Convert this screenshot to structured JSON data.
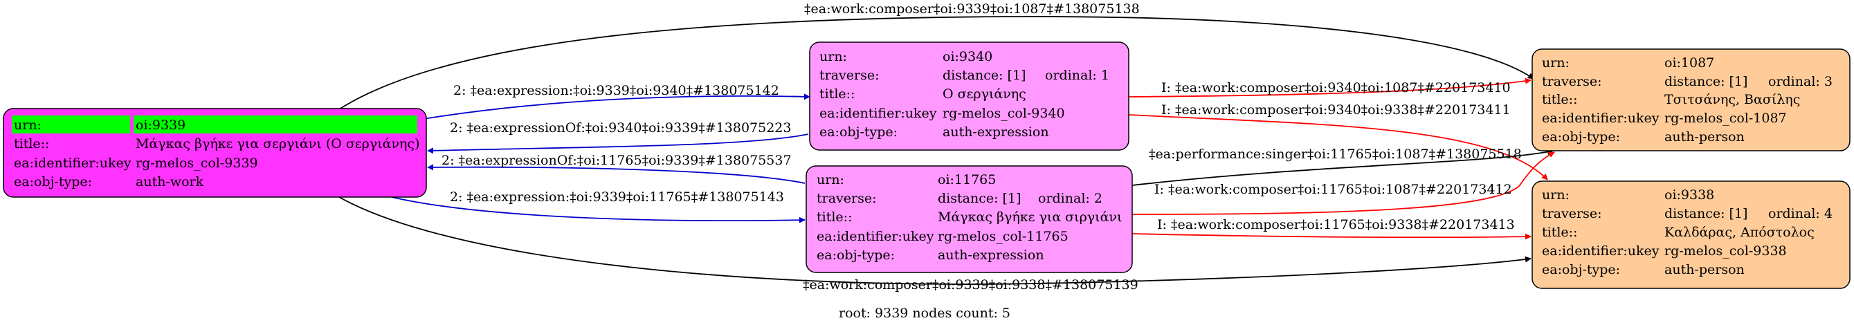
{
  "caption": "root: 9339 nodes count: 5",
  "colors": {
    "root_node": "#ff33ff",
    "expression_node": "#ff99ff",
    "person_node": "#ffcc99",
    "root_header": "#00ff00",
    "edge_blue": "#0000cc",
    "edge_red": "#ff0000",
    "edge_black": "#000000"
  },
  "nodes": {
    "n9339": {
      "rows": [
        [
          "urn:",
          "oi:9339"
        ],
        [
          "title::",
          "Μάγκας βγήκε για σεργιάνι (Ο σεργιάνης)"
        ],
        [
          "ea:identifier:ukey",
          "rg-melos_col-9339"
        ],
        [
          "ea:obj-type:",
          "auth-work"
        ]
      ]
    },
    "n9340": {
      "rows": [
        [
          "urn:",
          "oi:9340"
        ],
        [
          "traverse:",
          "distance: [1]",
          "ordinal: 1"
        ],
        [
          "title::",
          "Ο σεργιάνης"
        ],
        [
          "ea:identifier:ukey",
          "rg-melos_col-9340"
        ],
        [
          "ea:obj-type:",
          "auth-expression"
        ]
      ]
    },
    "n11765": {
      "rows": [
        [
          "urn:",
          "oi:11765"
        ],
        [
          "traverse:",
          "distance: [1]",
          "ordinal: 2"
        ],
        [
          "title::",
          "Μάγκας βγήκε για σιργιάνι"
        ],
        [
          "ea:identifier:ukey",
          "rg-melos_col-11765"
        ],
        [
          "ea:obj-type:",
          "auth-expression"
        ]
      ]
    },
    "n1087": {
      "rows": [
        [
          "urn:",
          "oi:1087"
        ],
        [
          "traverse:",
          "distance: [1]",
          "ordinal: 3"
        ],
        [
          "title::",
          "Τσιτσάνης, Βασίλης"
        ],
        [
          "ea:identifier:ukey",
          "rg-melos_col-1087"
        ],
        [
          "ea:obj-type:",
          "auth-person"
        ]
      ]
    },
    "n9338": {
      "rows": [
        [
          "urn:",
          "oi:9338"
        ],
        [
          "traverse:",
          "distance: [1]",
          "ordinal: 4"
        ],
        [
          "title::",
          "Καλδάρας, Απόστολος"
        ],
        [
          "ea:identifier:ukey",
          "rg-melos_col-9338"
        ],
        [
          "ea:obj-type:",
          "auth-person"
        ]
      ]
    }
  },
  "edges": [
    {
      "from": "n9339",
      "to": "n1087",
      "color": "black",
      "label": "‡ea:work:composer‡oi:9339‡oi:1087‡#138075138"
    },
    {
      "from": "n9339",
      "to": "n9340",
      "color": "blue",
      "label": "2: ‡ea:expression:‡oi:9339‡oi:9340‡#138075142"
    },
    {
      "from": "n9340",
      "to": "n9339",
      "color": "blue",
      "label": "2: ‡ea:expressionOf:‡oi:9340‡oi:9339‡#138075223"
    },
    {
      "from": "n11765",
      "to": "n9339",
      "color": "blue",
      "label": "2: ‡ea:expressionOf:‡oi:11765‡oi:9339‡#138075537"
    },
    {
      "from": "n9339",
      "to": "n11765",
      "color": "blue",
      "label": "2: ‡ea:expression:‡oi:9339‡oi:11765‡#138075143"
    },
    {
      "from": "n9340",
      "to": "n1087",
      "color": "red",
      "label": "I: ‡ea:work:composer‡oi:9340‡oi:1087‡#220173410"
    },
    {
      "from": "n9340",
      "to": "n9338",
      "color": "red",
      "label": "I: ‡ea:work:composer‡oi:9340‡oi:9338‡#220173411"
    },
    {
      "from": "n11765",
      "to": "n1087",
      "color": "black",
      "label": "‡ea:performance:singer‡oi:11765‡oi:1087‡#138075518"
    },
    {
      "from": "n11765",
      "to": "n1087",
      "color": "red",
      "label": "I: ‡ea:work:composer‡oi:11765‡oi:1087‡#220173412"
    },
    {
      "from": "n11765",
      "to": "n9338",
      "color": "red",
      "label": "I: ‡ea:work:composer‡oi:11765‡oi:9338‡#220173413"
    },
    {
      "from": "n9339",
      "to": "n9338",
      "color": "black",
      "label": "‡ea:work:composer‡oi:9339‡oi:9338‡#138075139"
    }
  ]
}
